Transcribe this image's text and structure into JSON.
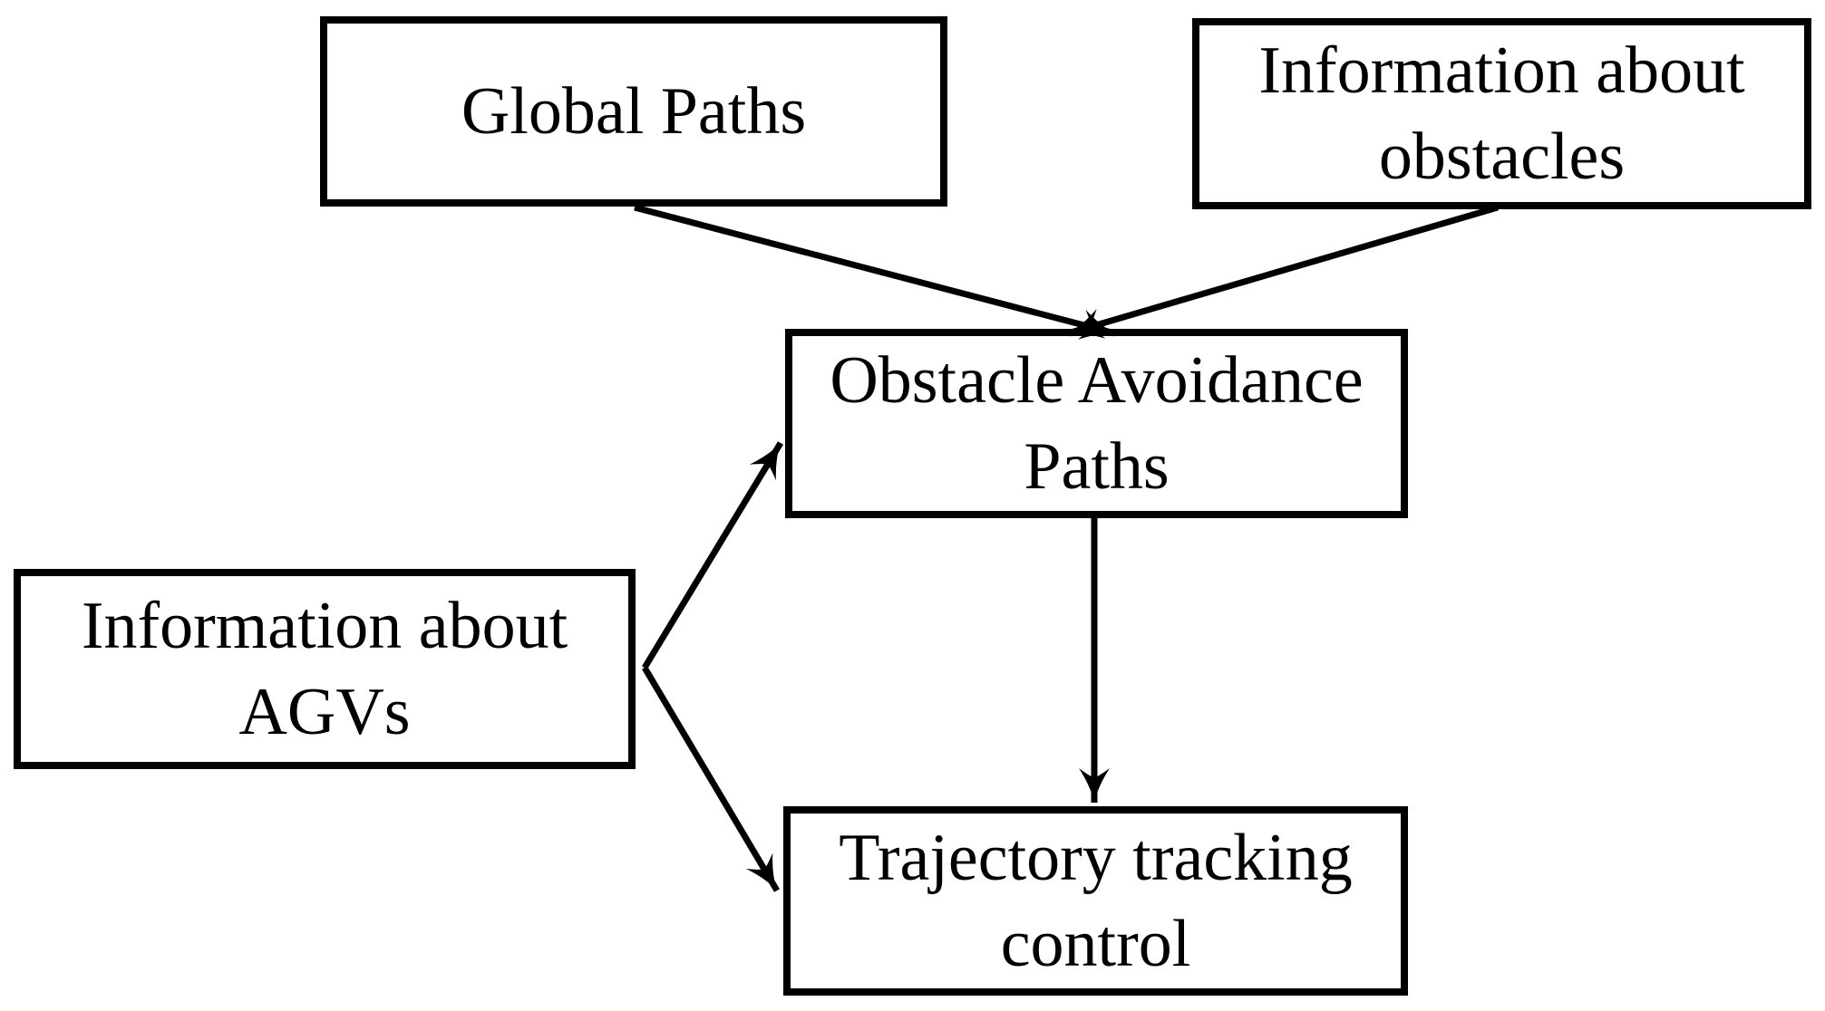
{
  "diagram": {
    "background_color": "#ffffff",
    "stroke_color": "#000000",
    "box_fill_color": "#ffffff",
    "boxes": [
      {
        "id": "global-paths",
        "label": "Global Paths",
        "lines": [
          "Global Paths"
        ]
      },
      {
        "id": "information-about-obstacles",
        "label": "Information about obstacles",
        "lines": [
          "Information about",
          "obstacles"
        ]
      },
      {
        "id": "obstacle-avoidance-paths",
        "label": "Obstacle Avoidance Paths",
        "lines": [
          "Obstacle Avoidance",
          "Paths"
        ]
      },
      {
        "id": "information-about-agvs",
        "label": "Information about AGVs",
        "lines": [
          "Information about",
          "AGVs"
        ]
      },
      {
        "id": "trajectory-tracking-control",
        "label": "Trajectory tracking control",
        "lines": [
          "Trajectory tracking",
          "control"
        ]
      }
    ],
    "edges": [
      {
        "from": "global-paths",
        "to": "obstacle-avoidance-paths"
      },
      {
        "from": "information-about-obstacles",
        "to": "obstacle-avoidance-paths"
      },
      {
        "from": "information-about-agvs",
        "to": "obstacle-avoidance-paths"
      },
      {
        "from": "information-about-agvs",
        "to": "trajectory-tracking-control"
      },
      {
        "from": "obstacle-avoidance-paths",
        "to": "trajectory-tracking-control"
      }
    ]
  }
}
